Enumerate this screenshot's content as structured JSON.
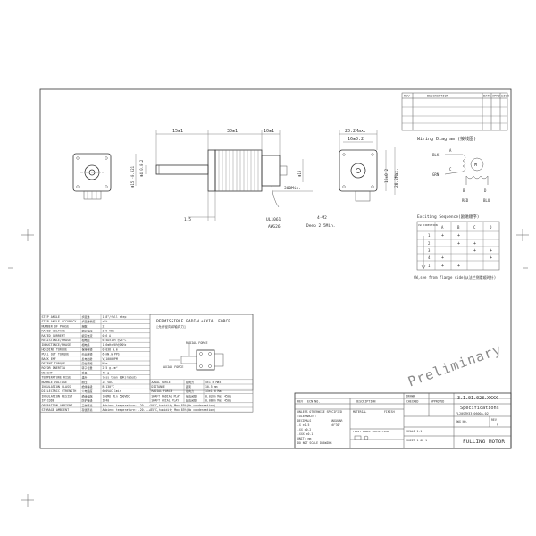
{
  "revision_block": {
    "headers": [
      "REV",
      "DESCRIPTION",
      "DATE",
      "APPD",
      "SIGN"
    ]
  },
  "dimensions": {
    "d15": "15±1",
    "d30": "30±1",
    "d10": "10±1",
    "d202a": "20.2Max.",
    "d16": "16±0.2",
    "d202b": "20.2Max.",
    "d16b": "16±0.2",
    "d15b": "1.5",
    "cable": "300Min.",
    "ul": "UL1061",
    "awg": "AWG26",
    "screw": "4-M2",
    "depth": "Deep 2.5Min.",
    "phi4": "Φ4 0.012",
    "phi15": "Φ15 -0.021",
    "phi10": "Φ10"
  },
  "wiring": {
    "title": "Wiring Diagram (接线图)",
    "blk": "BLK",
    "grn": "GRN",
    "red": "RED",
    "blu": "BLU",
    "a": "A",
    "c": "C",
    "b": "B",
    "d": "D",
    "motor": "M"
  },
  "sequence": {
    "title": "Exciting Sequence(励磁顺序)",
    "cw_label": "CW DIRECTION",
    "steps": [
      "1",
      "2",
      "3",
      "4",
      "1"
    ],
    "columns": [
      "A",
      "B",
      "C",
      "D"
    ],
    "footer": "CW,see from flange side(从法兰侧看顺时针)"
  },
  "specs": {
    "rows": [
      [
        "STEP ANGLE",
        "步距角",
        "1.8°/full step"
      ],
      [
        "STEP ANGLE ACCURACY",
        "步距角精度",
        "±5%"
      ],
      [
        "NUMBER OF PHASE",
        "相数",
        "2"
      ],
      [
        "RATED VOLTAGE",
        "额定电压",
        "3.9 VDC"
      ],
      [
        "RATED CURRENT",
        "额定电流",
        "0.6 A"
      ],
      [
        "RESISTANCE/PHASE",
        "相电阻",
        "6.5Ω±10% @25°C"
      ],
      [
        "INDUCTANCE/PHASE",
        "相电感",
        "1.6mH±20%@1KHz"
      ],
      [
        "HOLDING TORQUE",
        "保持转矩",
        "0.038 N.m"
      ],
      [
        "PULL OUT TORQUE",
        "牵出转矩",
        "6 mN.m  PPS"
      ],
      [
        "BACK EMF",
        "反电动势",
        "V/1000RPM"
      ],
      [
        "DETENT TORQUE",
        "定位转矩",
        "N.m"
      ],
      [
        "ROTOR INERTIA",
        "转子惯量",
        "2.5 g.cm²"
      ],
      [
        "WEIGHT",
        "重量",
        "48 g"
      ],
      [
        "TEMPERATURE RISE",
        "温升",
        "less than 80K(rated)"
      ],
      [
        "BOUNCE VOLTAGE",
        "耐压",
        "24 VDC"
      ],
      [
        "INSULATION CLASS",
        "绝缘等级",
        "B 130°C"
      ],
      [
        "DIELECTRIC STRENGTH",
        "介电强度",
        "600VAC 1min"
      ],
      [
        "INSULATION RESIST",
        "绝缘电阻",
        "100MΩ Min 500VDC"
      ],
      [
        "IP CODE",
        "防护等级",
        "IP40"
      ],
      [
        "OPERATION AMBIENT",
        "工作环境",
        "Ambient temperature: -20...+50°C,humidity Max 85%(No condensation)"
      ],
      [
        "STORAGE AMBIENT",
        "存储环境",
        "Ambient temperature: -20...+85°C,humidity Max 85%(No condensation)"
      ]
    ],
    "extra_rows": [
      [
        "AXIAL FORCE",
        "轴向力",
        "5±1 N Max"
      ],
      [
        "DISTANCE",
        "距离",
        "10.5 mm"
      ],
      [
        "RADIAL FORCE",
        "径向力",
        "15±1 N Max"
      ],
      [
        "SHAFT RADIAL PLAY",
        "径向间隙",
        "0.02mm Max 450g"
      ],
      [
        "SHAFT AXIAL PLAY",
        "轴向间隙",
        "0.08mm Max 450g"
      ]
    ]
  },
  "force": {
    "title": "PERMISSIBLE RADIAL+AXIAL FORCE",
    "subtitle": "[允许径向和轴向力]",
    "radial_label": "RADIAL FORCE",
    "axial_label": "AXIAL FORCE"
  },
  "stamp": "Preliminary",
  "titleblock": {
    "drawn": "DRAWN",
    "checked": "CHECKED",
    "approved": "APPROVED",
    "rev": "REV",
    "drawing_no": "DWG NO.",
    "part_no": "3.1.01.028.XXXX",
    "title": "Specifications",
    "model": "FL20STH33-0600A-02",
    "scale": "SCALE 1:1",
    "sheet": "SHEET 1 OF 1",
    "company": "FULLING MOTOR",
    "general": "UNLESS OTHERWISE SPECIFIED",
    "tolerances": "TOLERANCES:",
    "decimals": "DECIMALS",
    "angular": "ANGULAR",
    "x1": ".X   ±0.5",
    "x2": ".XX  ±0.2",
    "x3": ".XXX ±0.1",
    "ang": "±0°30'",
    "units": "UNIT: mm",
    "noscale": "DO NOT SCALE DRAWING",
    "projection": "FIRST ANGLE PROJECTION",
    "material": "MATERIAL",
    "finish": "FINISH",
    "description": "DESCRIPTION",
    "rev_col": "REV",
    "ecn": "ECN NO.",
    "rev_value": "A"
  }
}
